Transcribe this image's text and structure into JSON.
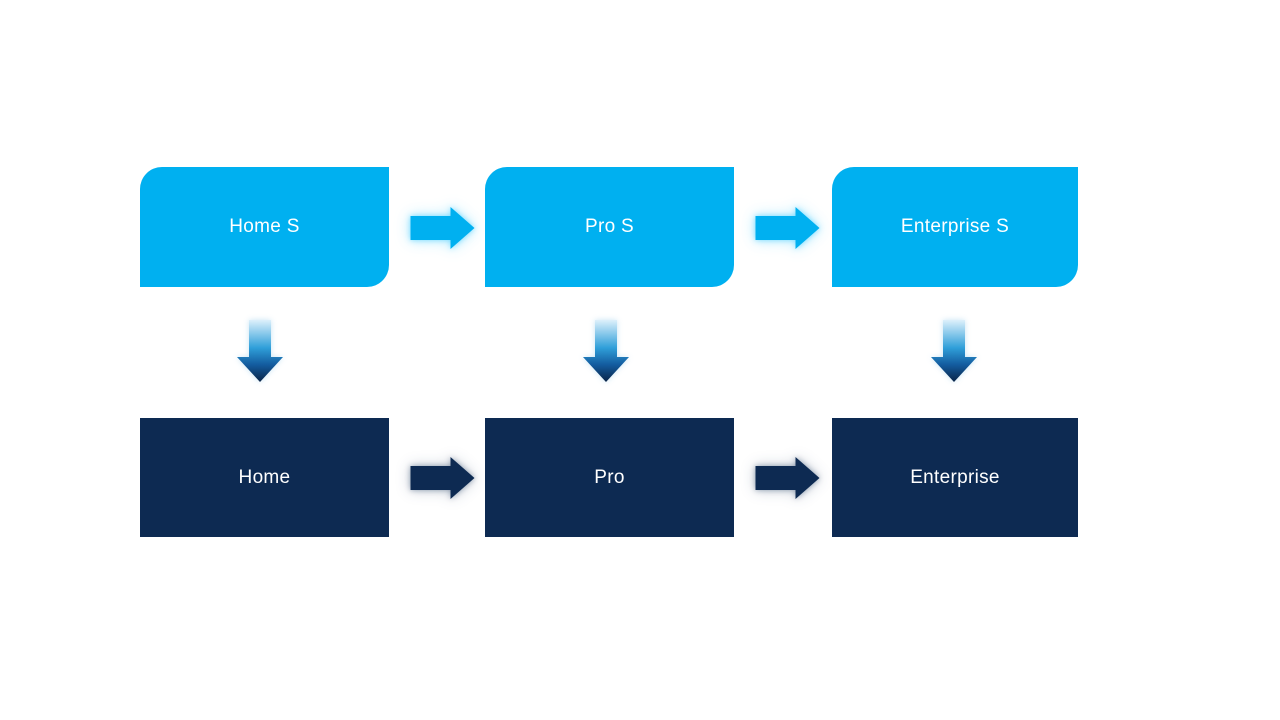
{
  "slide": {
    "description": "Two-row upgrade flow diagram: S editions on top flowing down to standard editions",
    "top_row": [
      {
        "label": "Home S"
      },
      {
        "label": "Pro S"
      },
      {
        "label": "Enterprise S"
      }
    ],
    "bottom_row": [
      {
        "label": "Home"
      },
      {
        "label": "Pro"
      },
      {
        "label": "Enterprise"
      }
    ],
    "connections": [
      {
        "from": "Home S",
        "to": "Pro S",
        "direction": "right"
      },
      {
        "from": "Pro S",
        "to": "Enterprise S",
        "direction": "right"
      },
      {
        "from": "Home",
        "to": "Pro",
        "direction": "right"
      },
      {
        "from": "Pro",
        "to": "Enterprise",
        "direction": "right"
      },
      {
        "from": "Home S",
        "to": "Home",
        "direction": "down"
      },
      {
        "from": "Pro S",
        "to": "Pro",
        "direction": "down"
      },
      {
        "from": "Enterprise S",
        "to": "Enterprise",
        "direction": "down"
      }
    ]
  },
  "colors": {
    "slide-bg": "#FFFFFF",
    "box-light": "#00B0F0",
    "box-dark": "#0D2A52",
    "label-text": "#FFFFFF",
    "arrow-light": "#00B0F0",
    "arrow-dark": "#0D2A52",
    "vgrad-top": "#DDF0FB",
    "vgrad-mid": "#2F9FD9",
    "vgrad-low": "#135C9F",
    "vgrad-bottom": "#0A2447"
  }
}
